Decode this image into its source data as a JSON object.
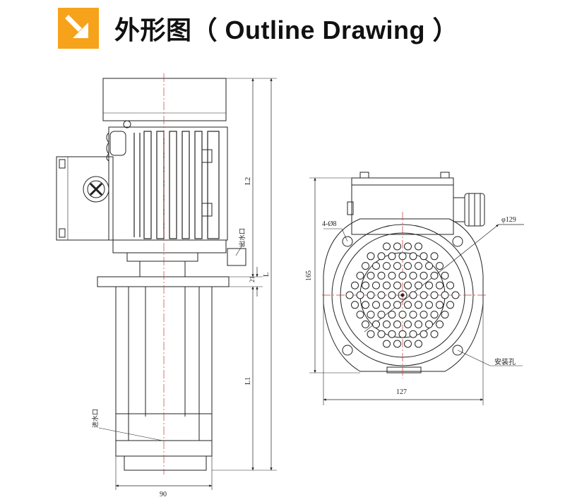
{
  "header": {
    "title": "外形图（ Outline Drawing ）",
    "icon": "arrow-down-right-icon",
    "accent": "#f7a21b"
  },
  "side_view": {
    "dim_total": "L",
    "dim_upper": "L2",
    "dim_lower": "L1",
    "dim_flange": "21",
    "dim_width": "90",
    "outlet_label": "出水口",
    "inlet_label": "进水口"
  },
  "top_view": {
    "dim_height": "165",
    "dim_width": "127",
    "dim_diameter": "φ129",
    "holes_label": "4-Ø8",
    "mount_label": "安装孔"
  }
}
